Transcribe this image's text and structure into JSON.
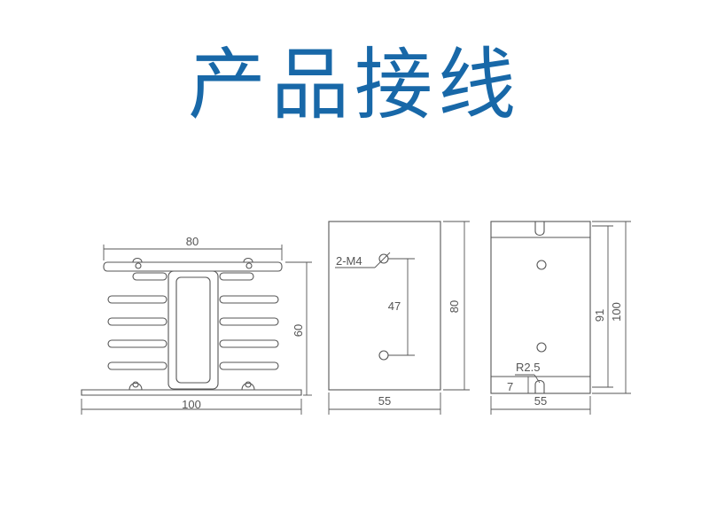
{
  "title": "产品接线",
  "heatsink": {
    "top_width": "80",
    "height": "60",
    "base_width": "100"
  },
  "front_plate": {
    "hole_label": "2-M4",
    "hole_spacing": "47",
    "height": "80",
    "width": "55"
  },
  "mount_plate": {
    "height_inner": "91",
    "height_outer": "100",
    "slot_radius": "R2.5",
    "slot_offset": "7",
    "width": "55"
  },
  "colors": {
    "title": "#1868a8",
    "line": "#555555",
    "background": "#ffffff"
  }
}
